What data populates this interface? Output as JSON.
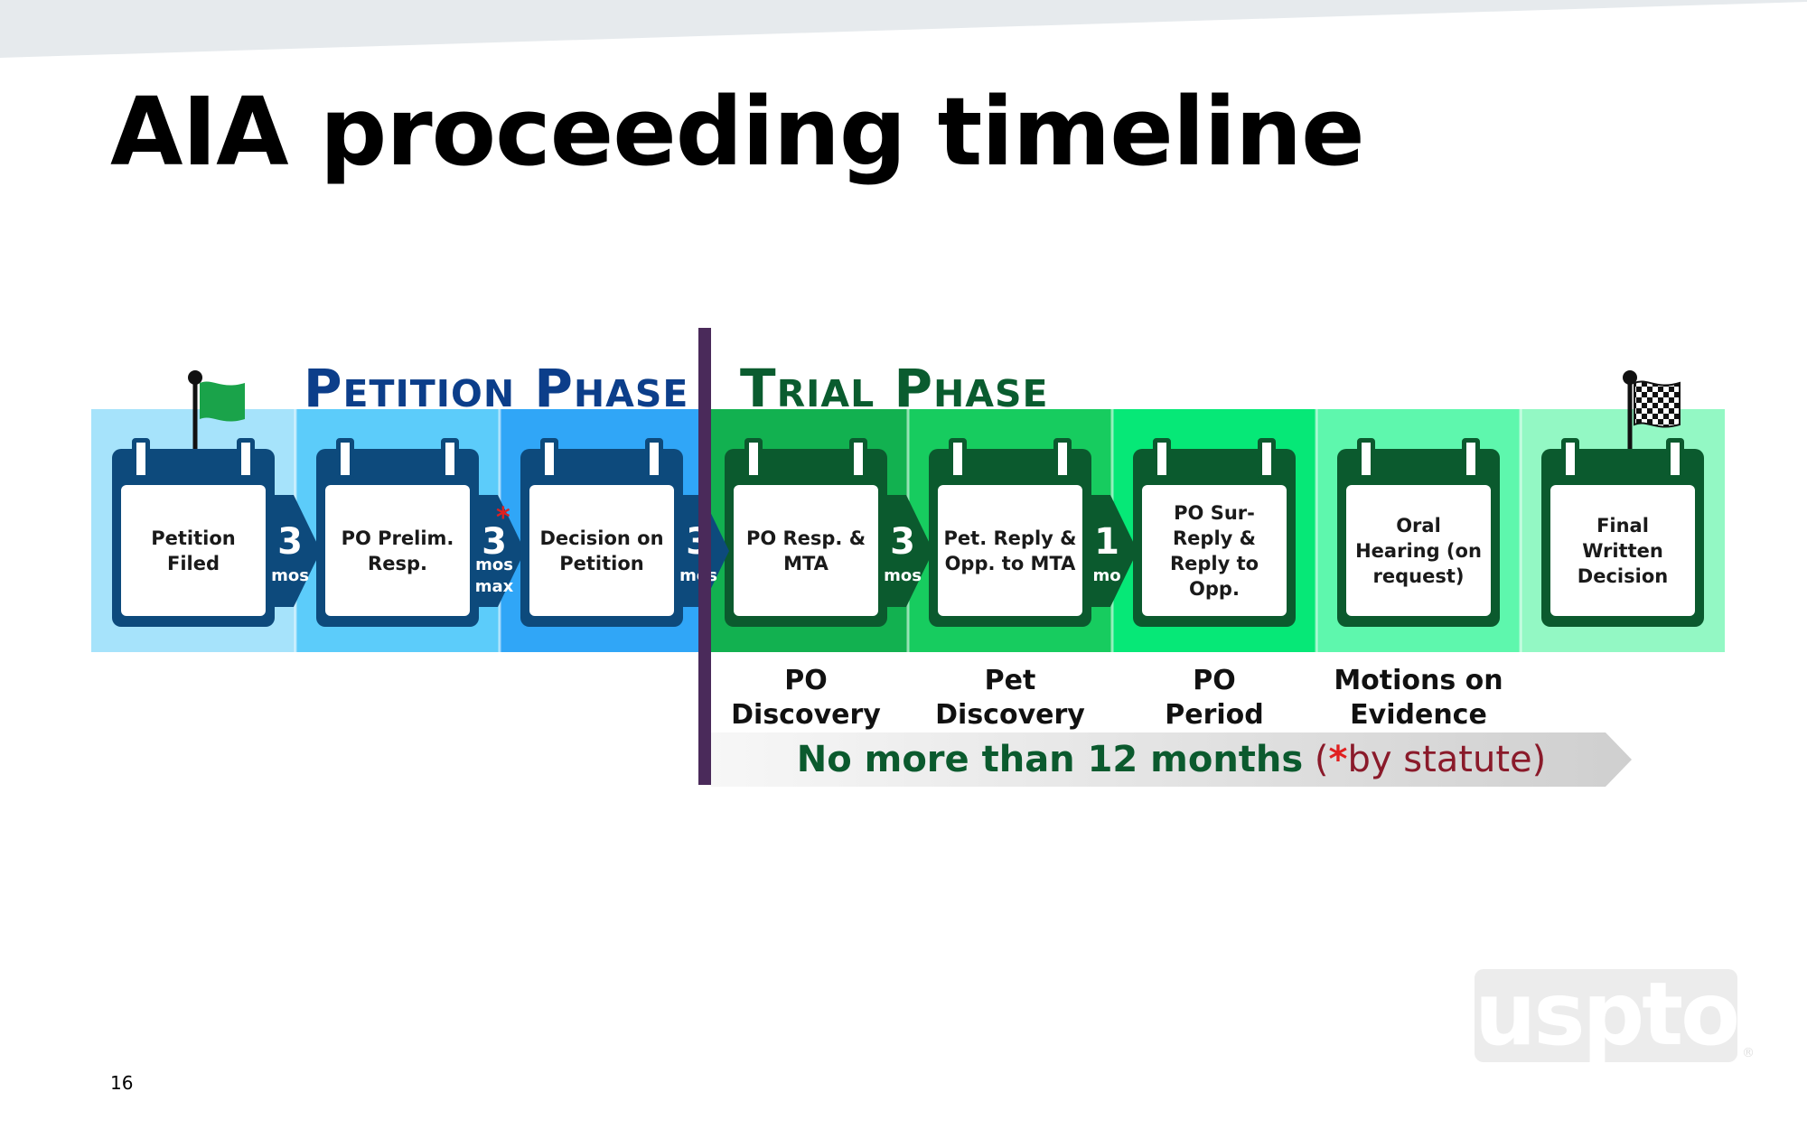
{
  "slide": {
    "title": "AIA proceeding timeline",
    "page_number": "16",
    "logo_text": "uspto",
    "logo_mark": "®"
  },
  "phases": {
    "petition": "Petition Phase",
    "trial": "Trial Phase"
  },
  "colors": {
    "petition_band": [
      "#a6e3fb",
      "#5cccfa",
      "#30a6f7"
    ],
    "trial_band": [
      "#12b150",
      "#17cc5f",
      "#06e877",
      "#5ef7ad",
      "#93f8c4"
    ],
    "calendar_blue": "#0d4a7c",
    "calendar_green": "#0b5a2e",
    "divider": "#4a2a5a",
    "banner_text": "#0b5a2e",
    "asterisk": "#e02020"
  },
  "steps": [
    {
      "label": "Petition Filed",
      "icon": "start-flag-icon"
    },
    {
      "label": "PO Prelim. Resp."
    },
    {
      "label": "Decision on Petition"
    },
    {
      "label": "PO Resp. & MTA"
    },
    {
      "label": "Pet. Reply & Opp. to MTA"
    },
    {
      "label": "PO Sur-Reply & Reply to Opp."
    },
    {
      "label": "Oral Hearing (on request)"
    },
    {
      "label": "Final Written Decision",
      "icon": "checkered-flag-icon"
    }
  ],
  "intervals": [
    {
      "number": "3",
      "unit": "mos"
    },
    {
      "number": "3",
      "unit": "mos",
      "unit2": "max",
      "marker": "*"
    },
    {
      "number": "3",
      "unit": "mos"
    },
    {
      "number": "3",
      "unit": "mos"
    },
    {
      "number": "1",
      "unit": "mo"
    }
  ],
  "periods": [
    {
      "line1": "PO",
      "line2": "Discovery"
    },
    {
      "line1": "Pet",
      "line2": "Discovery"
    },
    {
      "line1": "PO",
      "line2": "Period"
    },
    {
      "line1": "Motions on",
      "line2": "Evidence"
    }
  ],
  "banner": {
    "main": "No more than 12 months",
    "open": " (",
    "star": "*",
    "note": "by statute)"
  }
}
